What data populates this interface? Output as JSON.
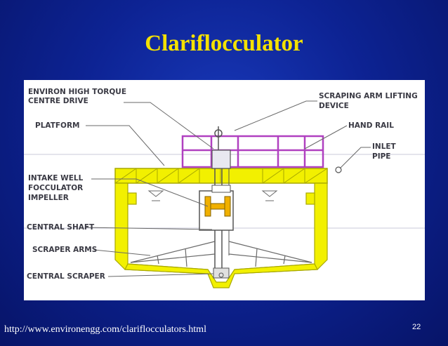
{
  "slide": {
    "title": "Clariflocculator",
    "source_url": "http://www.environengg.com/clariflocculators.html",
    "page_number": "22"
  },
  "diagram": {
    "labels": {
      "drive_line1": "ENVIRON HIGH TORQUE",
      "drive_line2": "CENTRE DRIVE",
      "platform": "PLATFORM",
      "intake_line1": "INTAKE WELL",
      "intake_line2": "FOCCULATOR",
      "intake_line3": "IMPELLER",
      "central_shaft": "CENTRAL SHAFT",
      "scraper_arms": "SCRAPER ARMS",
      "central_scraper": "CENTRAL SCRAPER",
      "lifting_line1": "SCRAPING ARM LIFTING",
      "lifting_line2": "DEVICE",
      "hand_rail": "HAND RAIL",
      "inlet_line1": "INLET",
      "inlet_line2": "PIPE"
    },
    "colors": {
      "tank": "#f2f000",
      "tank_outline": "#a8a800",
      "hand_rail": "#b040c0",
      "impeller": "#f0b000",
      "leader": "#6a6a6a"
    }
  }
}
